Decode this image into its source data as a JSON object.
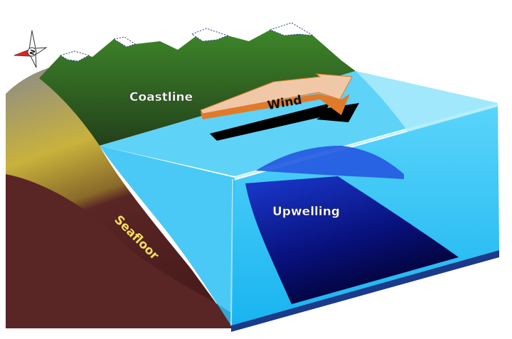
{
  "title": "Coastal upwelling diagram",
  "labels": {
    "coastline": "Coastline",
    "wind": "Wind",
    "upwelling": "Upwelling",
    "seafloor": "Seafloor",
    "compass_north": "N"
  },
  "colors": {
    "mountain": "#2f6e1f",
    "snow": "#ffffff",
    "water": "#33c4f5",
    "water_light": "#a8eafc",
    "upwelling": "#0a1a8f",
    "seafloor_sand": "#c9b23c",
    "seafloor_rock": "#5a2525",
    "wind_arrow": "#f0c8a8",
    "wind_arrow_edge": "#e07a2a"
  }
}
